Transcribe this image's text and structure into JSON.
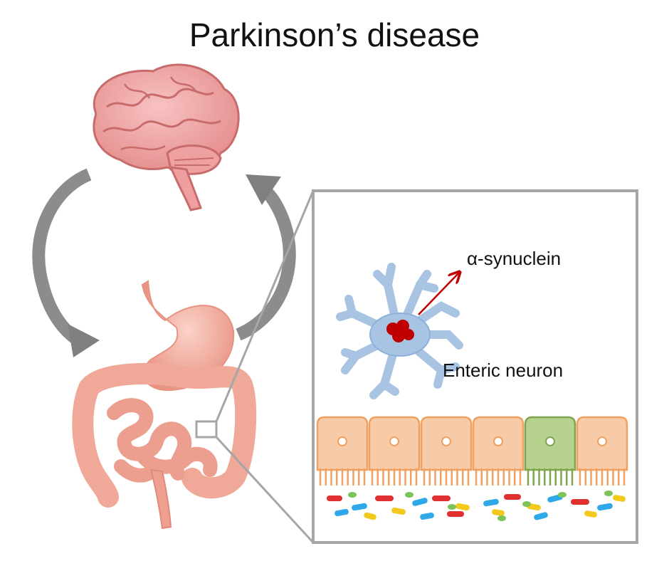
{
  "title": "Parkinson’s disease",
  "labels": {
    "protein": "α-synuclein",
    "neuron": "Enteric neuron"
  },
  "colors": {
    "brain": "#f2a3a3",
    "brain_outline": "#c86b6b",
    "gut": "#f4b3a4",
    "arrow": "#7f7f7f",
    "inset_frame": "#a6a6a6",
    "neuron": "#a9c3e3",
    "synuclein": "#c00000",
    "epithelial_cell": "#f8cba8",
    "epithelial_outline": "#f0a060",
    "goblet_cell": "#b7d28f",
    "goblet_outline": "#7fa64e",
    "bacteria": [
      "#e03030",
      "#2ea8e8",
      "#f2c91c",
      "#7cc35a"
    ]
  },
  "inset": {
    "epithelial_cells": [
      "epithelial",
      "epithelial",
      "epithelial",
      "epithelial",
      "goblet",
      "epithelial"
    ]
  }
}
